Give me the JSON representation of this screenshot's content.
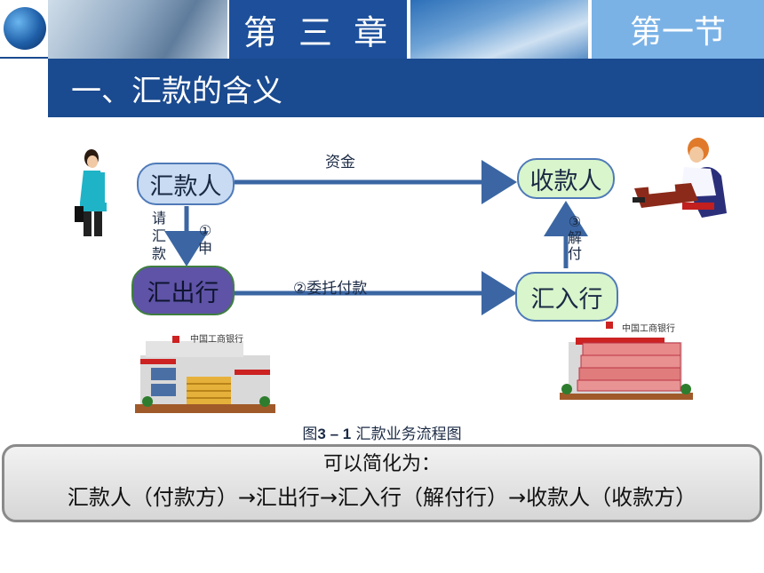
{
  "header": {
    "chapter": "第 三 章",
    "section": "第一节"
  },
  "title": "一、汇款的含义",
  "diagram": {
    "nodes": {
      "remitter": "汇款人",
      "payee": "收款人",
      "remit_bank": "汇出行",
      "receive_bank": "汇入行"
    },
    "edges": {
      "funds": "资金",
      "apply_num": "①",
      "apply_chars": [
        "申",
        "请",
        "汇",
        "款"
      ],
      "entrust": "②委托付款",
      "release_num": "③",
      "release_chars": [
        "解",
        "付"
      ]
    },
    "bank_sign": "中国工商银行"
  },
  "caption": {
    "prefix": "图",
    "number": "3 – 1",
    "text": " 汇款业务流程图"
  },
  "summary": {
    "title": "可以简化为：",
    "body": "汇款人（付款方）→汇出行→汇入行（解付行）→收款人（收款方）"
  },
  "colors": {
    "header_dark": "#1d4f9a",
    "title_bar": "#1a4a8f",
    "section_light": "#7ab2e6",
    "arrow": "#3b66a3"
  }
}
